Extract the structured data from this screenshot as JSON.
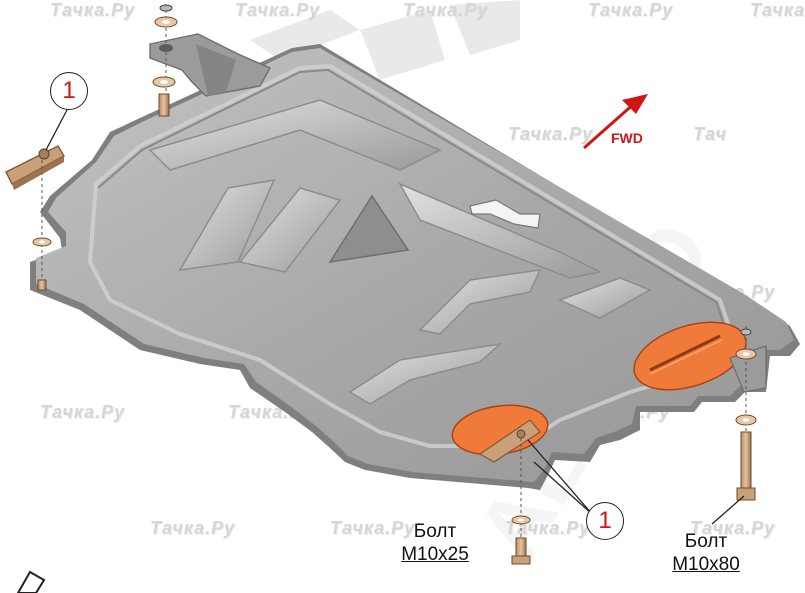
{
  "watermark": {
    "text": "Тачка.Ру",
    "short_text": "Тач"
  },
  "background_logo": {
    "text": "ALFECO",
    "color": "#d8d8d8"
  },
  "direction_marker": {
    "label": "FWD",
    "color": "#d01515"
  },
  "callouts": [
    {
      "number": "1"
    },
    {
      "number": "1"
    }
  ],
  "bolts": [
    {
      "name": "Болт",
      "size": "M10x25"
    },
    {
      "name": "Болт",
      "size": "M10x80"
    }
  ],
  "colors": {
    "plate": "#a9a9a9",
    "plate_dark": "#7f7f7f",
    "plate_light": "#d6d6d6",
    "bracket": "#c8a07a",
    "hatch_cover": "#f07a3a",
    "callout_number": "#d01515"
  }
}
